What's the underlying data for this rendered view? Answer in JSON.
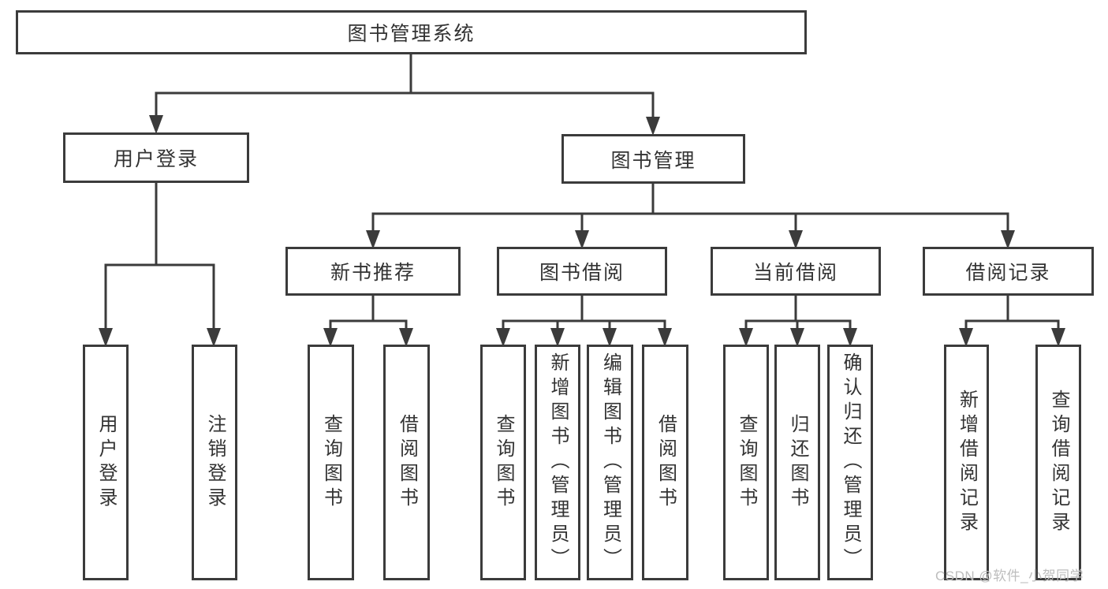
{
  "diagram": {
    "title": "图书管理系统",
    "tree": {
      "root": {
        "label": "图书管理系统"
      },
      "user_login": {
        "label": "用户登录",
        "children": [
          "用户登录",
          "注销登录"
        ]
      },
      "book_management": {
        "label": "图书管理"
      },
      "new_book_recommend": {
        "label": "新书推荐",
        "children": [
          "查询图书",
          "借阅图书"
        ]
      },
      "book_borrow": {
        "label": "图书借阅",
        "children": [
          "查询图书",
          "新增图书（管理员）",
          "编辑图书（管理员）",
          "借阅图书"
        ]
      },
      "current_borrow": {
        "label": "当前借阅",
        "children": [
          "查询图书",
          "归还图书",
          "确认归还（管理员）"
        ]
      },
      "borrow_record": {
        "label": "借阅记录",
        "children": [
          "新增借阅记录",
          "查询借阅记录"
        ]
      }
    },
    "colors": {
      "line": "#3b3b3b",
      "box_border": "#3b3b3b",
      "box_fill": "#ffffff",
      "text": "#333333",
      "watermark": "#bdbdbd"
    }
  },
  "watermark": "CSDN @软件_小贺同学"
}
